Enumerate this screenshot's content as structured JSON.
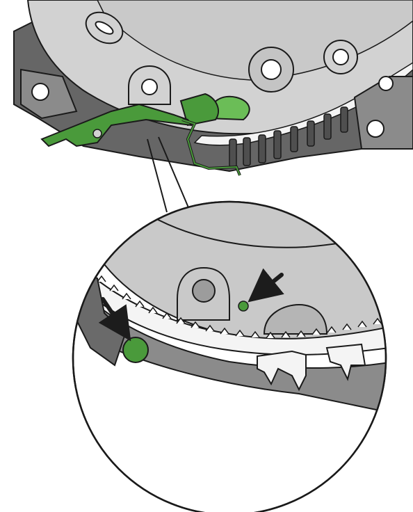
{
  "figure": {
    "colors": {
      "background": "#ffffff",
      "outline": "#1a1a1a",
      "housing_dark": "#666666",
      "housing_mid": "#8b8b8b",
      "plate_light": "#d2d2d2",
      "plate_mid": "#c4c4c4",
      "part_green": "#4a9a3b",
      "part_green_light": "#6bbd57",
      "arrow": "#1c1c1c",
      "white_part": "#f4f4f4"
    },
    "icons": {
      "top_view": "mechanism-overview",
      "magnified_view": "magnified-detail",
      "lever": "green-lever-part",
      "alignment_pin": "green-alignment-pin",
      "alignment_hole": "green-alignment-hole",
      "arrow_pin": "down-left-arrow-icon",
      "arrow_hole": "down-right-arrow-icon"
    }
  }
}
